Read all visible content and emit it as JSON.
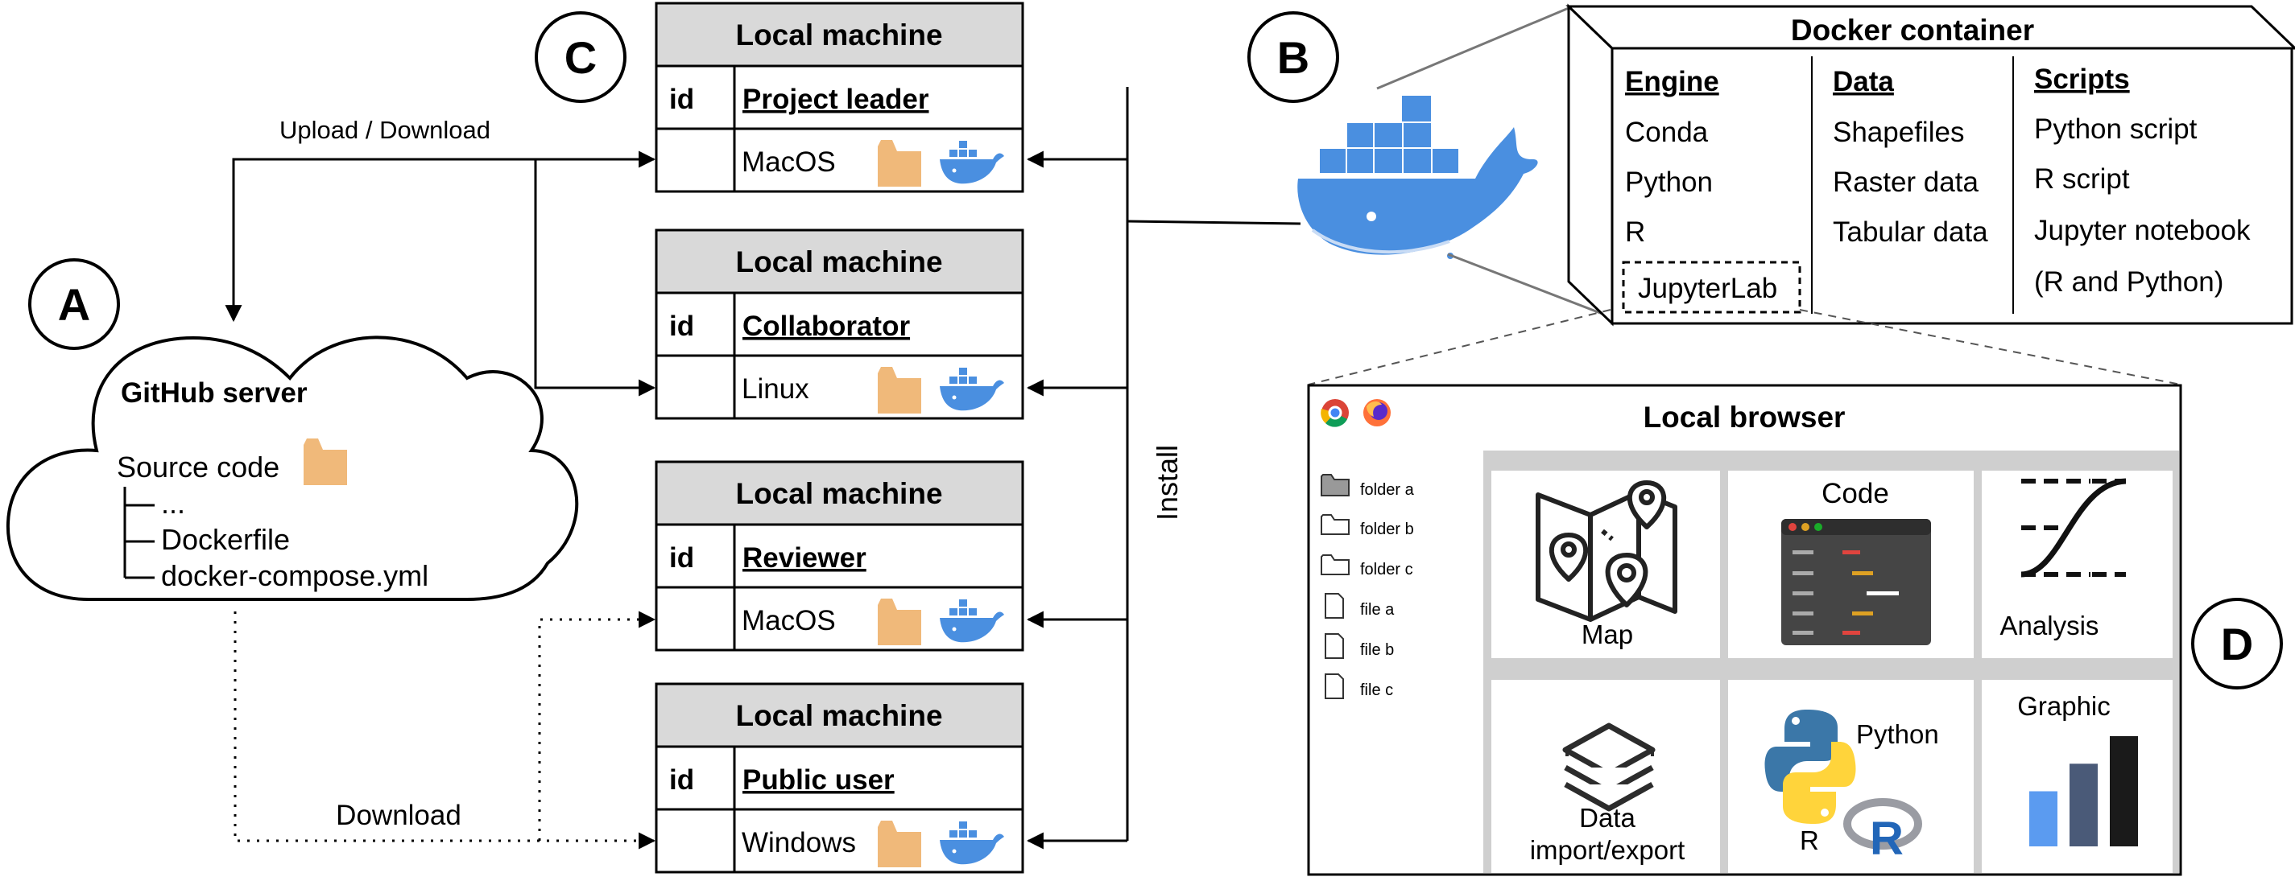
{
  "labels": {
    "a": "A",
    "b": "B",
    "c": "C",
    "d": "D"
  },
  "cloud": {
    "title": "GitHub server",
    "source": "Source code",
    "items": [
      "...",
      "Dockerfile",
      "docker-compose.yml"
    ]
  },
  "arrows": {
    "upload_download": "Upload / Download",
    "download": "Download",
    "install": "Install"
  },
  "machines": [
    {
      "header": "Local machine",
      "id_label": "id",
      "role": "Project leader",
      "os": "MacOS"
    },
    {
      "header": "Local machine",
      "id_label": "id",
      "role": "Collaborator",
      "os": "Linux"
    },
    {
      "header": "Local machine",
      "id_label": "id",
      "role": "Reviewer",
      "os": "MacOS"
    },
    {
      "header": "Local machine",
      "id_label": "id",
      "role": "Public user",
      "os": "Windows"
    }
  ],
  "container": {
    "title": "Docker container",
    "columns": [
      {
        "header": "Engine",
        "items": [
          "Conda",
          "Python",
          "R",
          "JupyterLab"
        ]
      },
      {
        "header": "Data",
        "items": [
          "Shapefiles",
          "Raster data",
          "Tabular data"
        ]
      },
      {
        "header": "Scripts",
        "items": [
          "Python script",
          "R script",
          "Jupyter notebook",
          "(R and Python)"
        ]
      }
    ]
  },
  "browser": {
    "title": "Local browser",
    "files": [
      "folder a",
      "folder b",
      "folder c",
      "file a",
      "file b",
      "file c"
    ],
    "tiles": {
      "map": "Map",
      "code": "Code",
      "analysis": "Analysis",
      "data_line1": "Data",
      "data_line2": "import/export",
      "python": "Python",
      "r": "R",
      "graphic": "Graphic"
    },
    "bar_values": [
      0.5,
      0.75,
      1.0
    ]
  },
  "colors": {
    "header_gray": "#d9d9d9",
    "folder": "#f0b97a",
    "docker_blue": "#4a8fe0",
    "bar_blue": "#5b9bf0",
    "bar_slate": "#4a5a78",
    "bar_black": "#1a1a1a"
  }
}
